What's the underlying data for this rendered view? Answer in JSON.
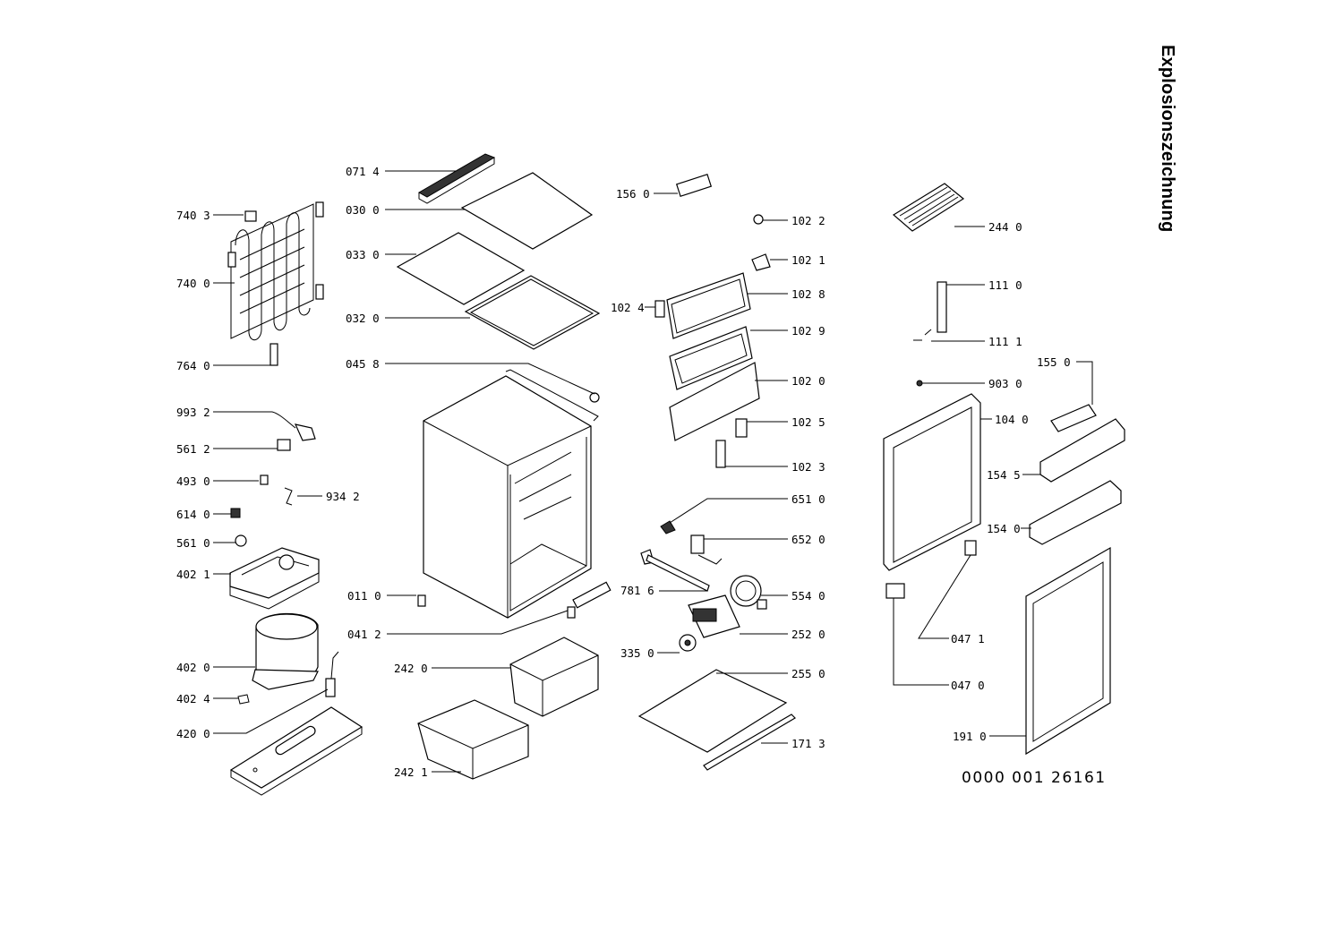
{
  "title": "Explosionszeichnung",
  "drawing_number": "0000 001 26161",
  "labels": {
    "l0714": "071 4",
    "l0300": "030 0",
    "l0330": "033 0",
    "l0320": "032 0",
    "l0458": "045 8",
    "l7403": "740 3",
    "l7400": "740 0",
    "l7640": "764 0",
    "l9932": "993 2",
    "l5612": "561 2",
    "l4930": "493 0",
    "l9342": "934 2",
    "l6140": "614 0",
    "l5610": "561 0",
    "l4021": "402 1",
    "l0110": "011 0",
    "l0412": "041 2",
    "l4020": "402 0",
    "l4024": "402 4",
    "l4200": "420 0",
    "l2420": "242 0",
    "l2421": "242 1",
    "l1560": "156 0",
    "l1022": "102 2",
    "l1021": "102 1",
    "l1024": "102 4",
    "l1028": "102 8",
    "l1029": "102 9",
    "l1020": "102 0",
    "l1025": "102 5",
    "l1023": "102 3",
    "l6510": "651 0",
    "l6520": "652 0",
    "l7816": "781 6",
    "l5540": "554 0",
    "l3350": "335 0",
    "l2520": "252 0",
    "l2550": "255 0",
    "l1713": "171 3",
    "l2440": "244 0",
    "l1110": "111 0",
    "l1111": "111 1",
    "l1550": "155 0",
    "l9030": "903 0",
    "l1040": "104 0",
    "l1545": "154 5",
    "l1540": "154 0",
    "l0471": "047 1",
    "l0470": "047 0",
    "l1910": "191 0"
  }
}
